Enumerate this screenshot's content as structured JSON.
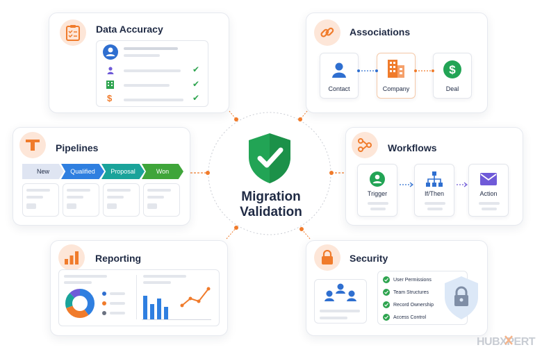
{
  "center": {
    "title_line1": "Migration",
    "title_line2": "Validation"
  },
  "cards": {
    "data_accuracy": {
      "title": "Data Accuracy"
    },
    "associations": {
      "title": "Associations",
      "nodes": [
        "Contact",
        "Company",
        "Deal"
      ]
    },
    "pipelines": {
      "title": "Pipelines",
      "stages": [
        "New",
        "Qualified",
        "Proposal",
        "Won"
      ]
    },
    "workflows": {
      "title": "Workflows",
      "nodes": [
        "Trigger",
        "If/Then",
        "Action"
      ]
    },
    "reporting": {
      "title": "Reporting"
    },
    "security": {
      "title": "Security",
      "permissions": [
        "User Permissions",
        "Team Structures",
        "Record Ownership",
        "Access Control"
      ]
    }
  },
  "logo": {
    "part1": "HUB",
    "part2": "XPERT"
  },
  "colors": {
    "accent": "#f07b2b",
    "green": "#2ea44f",
    "blue": "#2f6fd0",
    "teal": "#1aa39a",
    "purple": "#6f5ad8"
  }
}
